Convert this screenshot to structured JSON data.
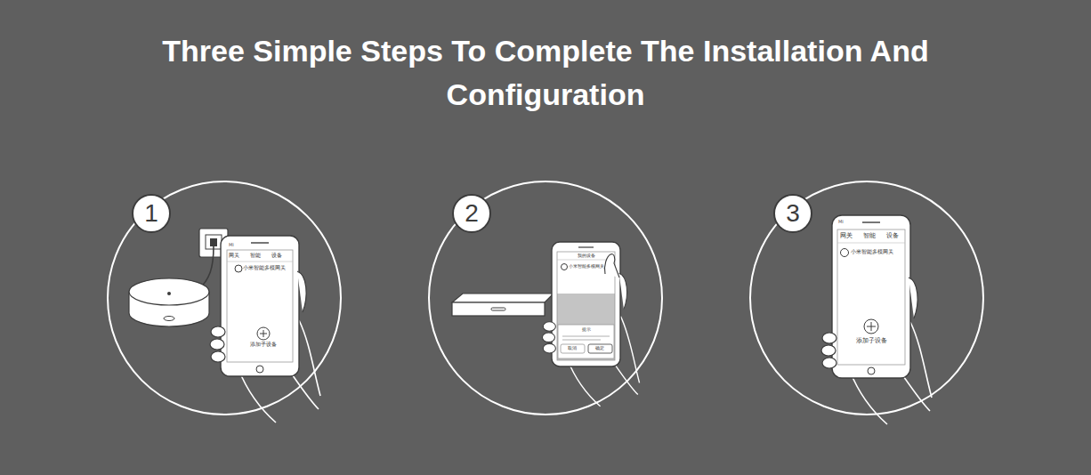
{
  "diagram": {
    "title": "Three Simple Steps To Complete The Installation And Configuration",
    "nodes": [
      {
        "text": [
          "1"
        ]
      },
      {
        "text": [
          "2"
        ]
      },
      {
        "text": [
          "3"
        ]
      }
    ],
    "labels": [
      "MI",
      "网关",
      "智能",
      "设备",
      "小米智能多模网关",
      "添加子设备",
      "我的设备",
      "小米智能多模网关",
      "提示",
      "取消",
      "确定",
      "MI",
      "网关",
      "智能",
      "设备",
      "小米智能多模网关",
      "添加子设备"
    ]
  }
}
